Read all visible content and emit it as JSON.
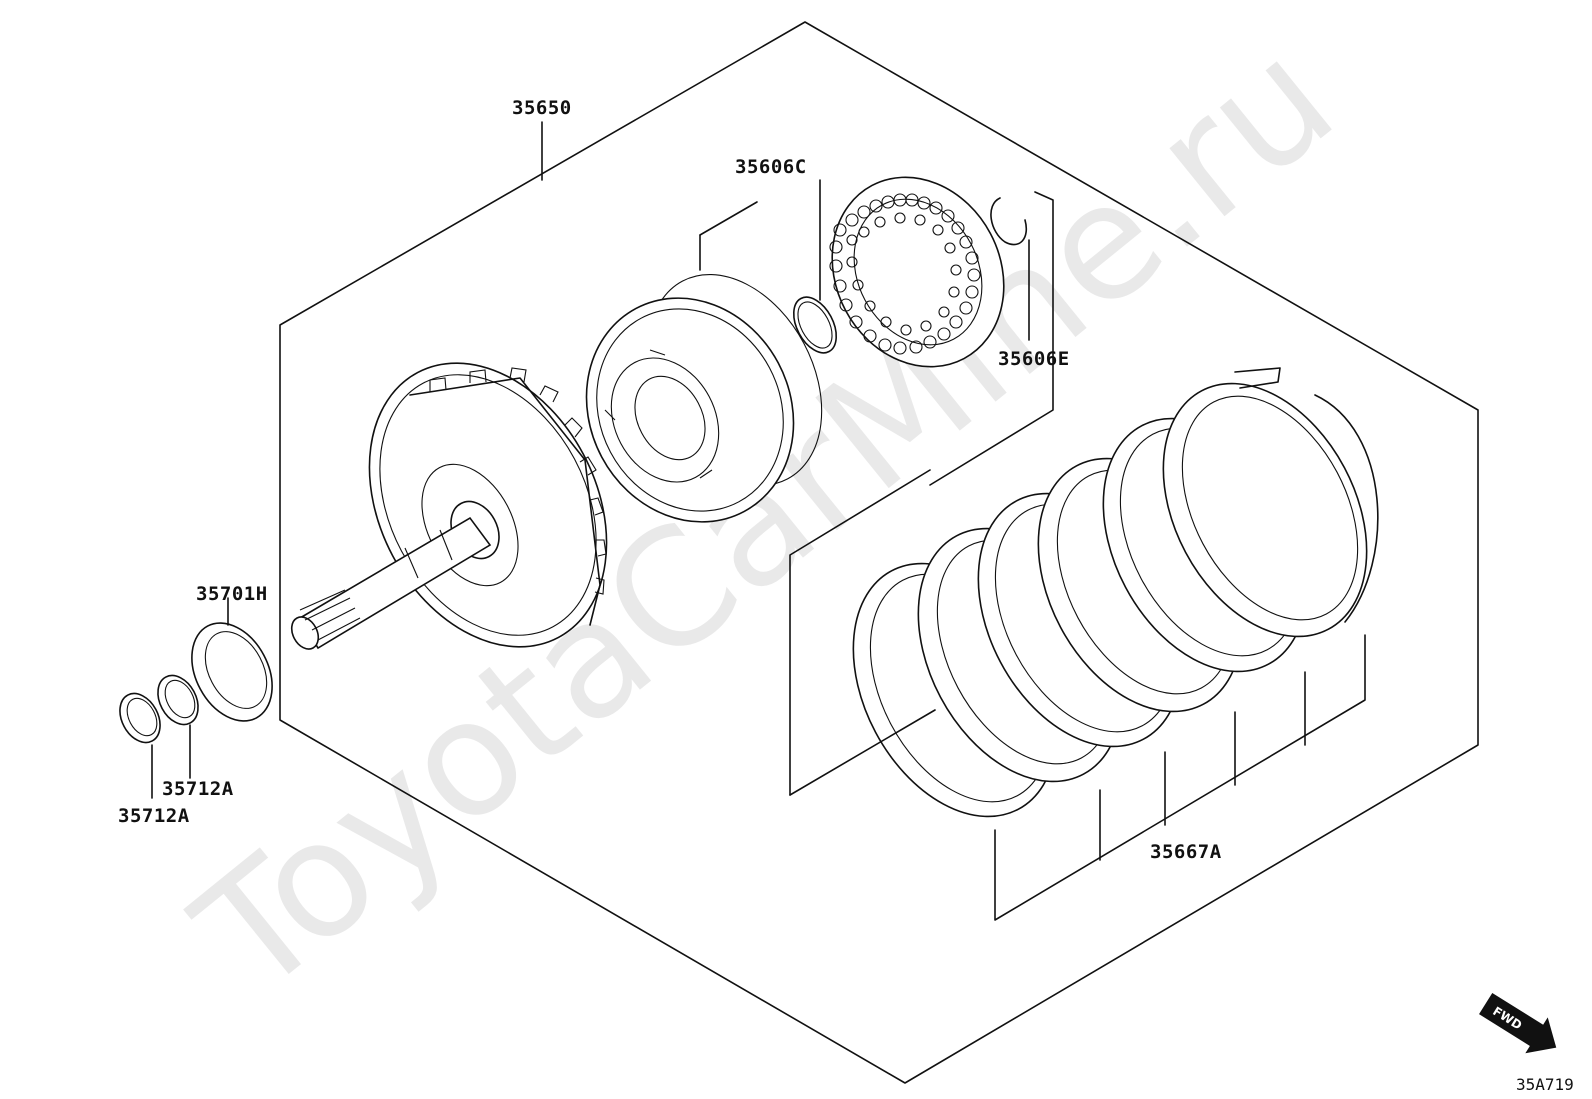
{
  "watermark": "ToyotaCarMine.ru",
  "diagram_code": "35A719",
  "fwd_arrow": {
    "label": "FWD",
    "icon": "fwd-arrow-icon"
  },
  "parts": [
    {
      "id": "p1",
      "label": "35650"
    },
    {
      "id": "p2",
      "label": "35606C"
    },
    {
      "id": "p3",
      "label": "35606E"
    },
    {
      "id": "p4",
      "label": "35701H"
    },
    {
      "id": "p5",
      "label": "35712A"
    },
    {
      "id": "p6",
      "label": "35712A"
    },
    {
      "id": "p7",
      "label": "35667A"
    }
  ]
}
